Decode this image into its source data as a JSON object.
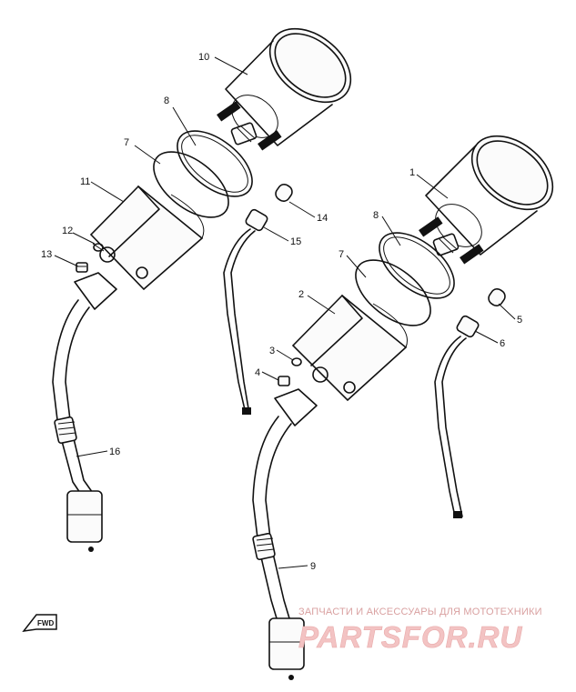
{
  "callouts": {
    "c1": "1",
    "c2": "2",
    "c3": "3",
    "c4": "4",
    "c5": "5",
    "c6": "6",
    "c7_left": "7",
    "c7_right": "7",
    "c8_left": "8",
    "c8_right": "8",
    "c9": "9",
    "c10": "10",
    "c11": "11",
    "c12": "12",
    "c13": "13",
    "c14": "14",
    "c15": "15",
    "c16": "16"
  },
  "direction_marker": {
    "label": "FWD"
  },
  "watermark": {
    "tagline": "ЗАПЧАСТИ И АКСЕССУАРЫ ДЛЯ МОТОТЕХНИКИ",
    "logo_text": "PARTSFOR.RU"
  },
  "colors": {
    "ink": "#111111",
    "watermark": "#e8aaaa",
    "background": "#ffffff"
  }
}
